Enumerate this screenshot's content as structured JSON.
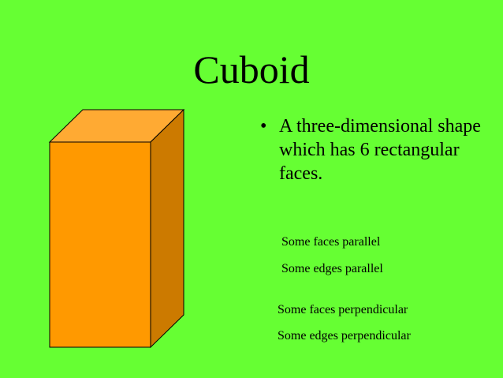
{
  "slide": {
    "background_color": "#66ff33",
    "title": "Cuboid",
    "bullet": {
      "marker": "•",
      "text": "A three-dimensional shape which has 6 rectangular faces."
    },
    "notes": [
      "Some faces parallel",
      "Some edges parallel",
      "Some faces perpendicular",
      "Some edges perpendicular"
    ],
    "illustration": {
      "shape": "cuboid",
      "front_color": "#ff9900",
      "top_color": "#ffaa33",
      "side_color": "#cc7a00"
    }
  }
}
